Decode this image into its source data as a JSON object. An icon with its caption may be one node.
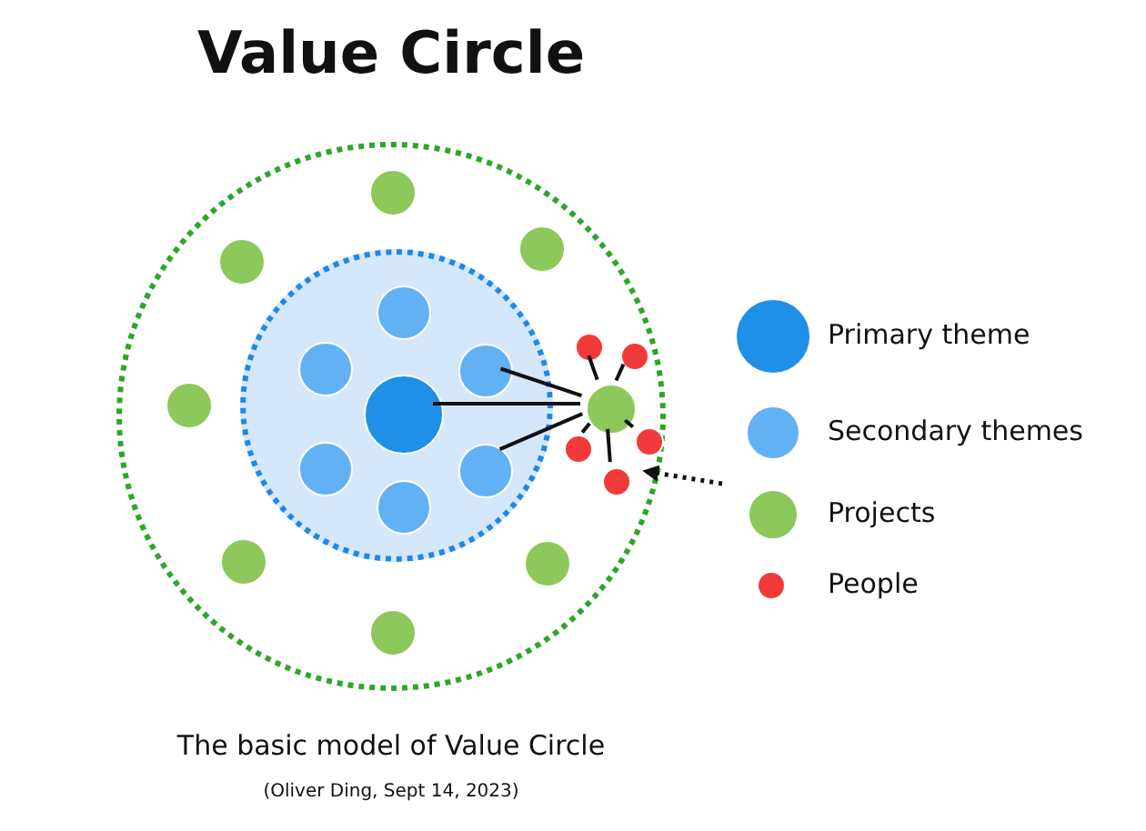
{
  "diagram": {
    "title": "Value Circle",
    "caption": "The basic model of Value Circle",
    "nodes": [
      {
        "text": [],
        "shape": "circle"
      },
      {
        "text": [],
        "shape": "circle",
        "in": 0
      },
      {
        "text": [],
        "shape": "circle",
        "in": 1
      },
      {
        "text": [],
        "shape": "circle",
        "in": 1
      },
      {
        "text": [],
        "shape": "circle",
        "in": 1
      },
      {
        "text": [],
        "shape": "circle",
        "in": 1
      },
      {
        "text": [],
        "shape": "circle",
        "in": 1
      },
      {
        "text": [],
        "shape": "circle",
        "in": 1
      },
      {
        "text": [],
        "shape": "circle",
        "in": 1
      },
      {
        "text": [],
        "shape": "circle",
        "in": 0
      },
      {
        "text": [],
        "shape": "circle",
        "in": 0
      },
      {
        "text": [],
        "shape": "circle",
        "in": 0
      },
      {
        "text": [],
        "shape": "circle",
        "in": 0
      },
      {
        "text": [],
        "shape": "circle",
        "in": 0
      },
      {
        "text": [],
        "shape": "circle",
        "in": 0
      },
      {
        "text": [],
        "shape": "circle",
        "in": 0
      },
      {
        "text": [],
        "shape": "circle",
        "in": 0
      },
      {
        "text": [],
        "shape": "circle",
        "in": 0
      },
      {
        "text": [],
        "shape": "circle",
        "in": 0
      },
      {
        "text": [],
        "shape": "circle",
        "in": 0
      },
      {
        "text": [],
        "shape": "circle",
        "in": 0
      },
      {
        "text": [],
        "shape": "circle",
        "in": 0
      }
    ],
    "edges": [
      {
        "from": 13,
        "to": 2,
        "arrow": "none"
      },
      {
        "from": 13,
        "to": 5,
        "arrow": "none"
      },
      {
        "from": 13,
        "to": 7,
        "arrow": "none"
      },
      {
        "from": 13,
        "to": 17,
        "arrow": "none"
      },
      {
        "from": 13,
        "to": 18,
        "arrow": "none"
      },
      {
        "from": 13,
        "to": 19,
        "arrow": "none"
      },
      {
        "from": 13,
        "to": 20,
        "arrow": "none"
      },
      {
        "from": 13,
        "to": 21,
        "arrow": "none"
      },
      {
        "from": null,
        "to": 13,
        "arrow": "to",
        "style": "dashed"
      }
    ],
    "labels": [
      "(Oliver Ding, Sept 14, 2023)"
    ],
    "legend": [
      {
        "text": "Primary theme",
        "color": "#1f8fe8"
      },
      {
        "text": "Secondary themes",
        "color": "#62b1f4"
      },
      {
        "text": "Projects",
        "color": "#8cc85a"
      },
      {
        "text": "People",
        "color": "#f23a3a"
      }
    ]
  }
}
